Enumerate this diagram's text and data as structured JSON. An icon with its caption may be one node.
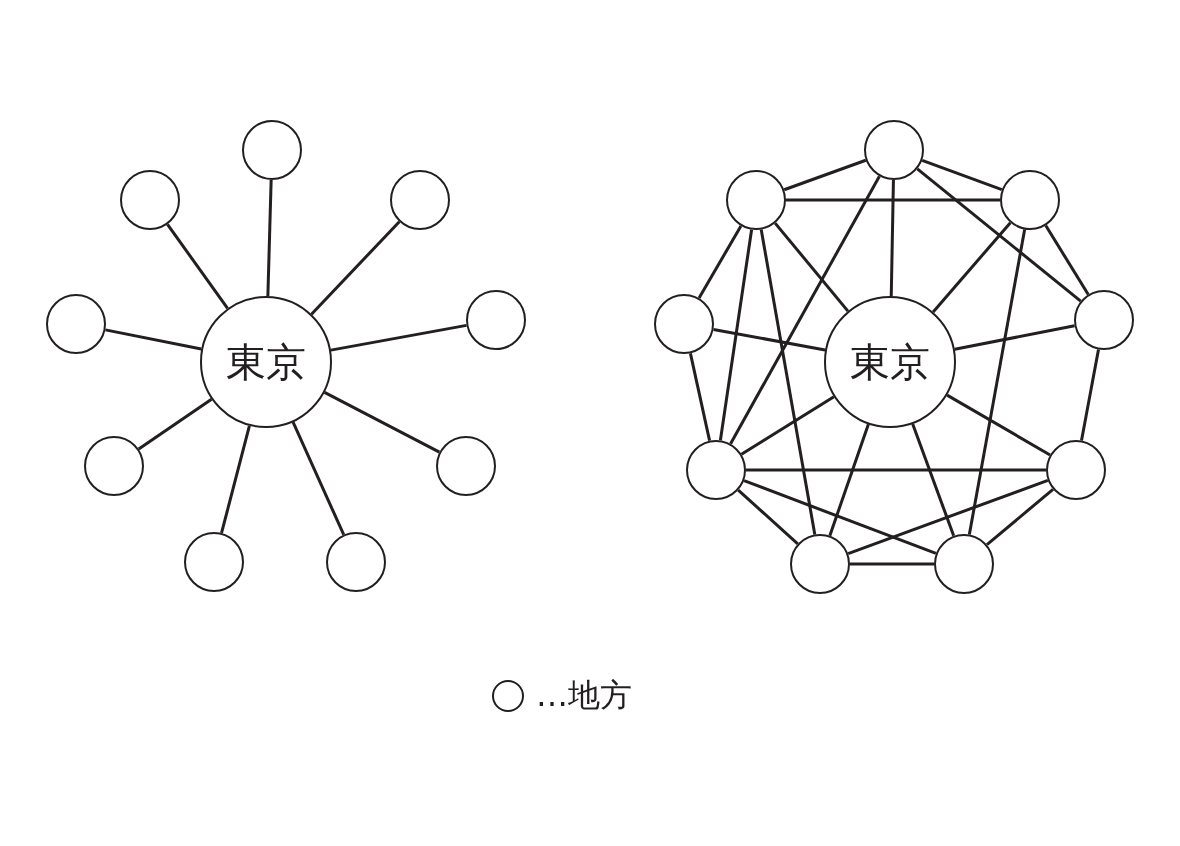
{
  "diagram": {
    "nodes": [
      {
        "text": [
          "東京"
        ]
      },
      {
        "text": [],
        "shape": "circle"
      },
      {
        "text": [],
        "shape": "circle"
      },
      {
        "text": [],
        "shape": "circle"
      },
      {
        "text": [],
        "shape": "circle"
      },
      {
        "text": [],
        "shape": "circle"
      },
      {
        "text": [],
        "shape": "circle"
      },
      {
        "text": [],
        "shape": "circle"
      },
      {
        "text": [],
        "shape": "circle"
      },
      {
        "text": [],
        "shape": "circle"
      },
      {
        "text": [
          "東京"
        ]
      },
      {
        "text": [],
        "shape": "circle"
      },
      {
        "text": [],
        "shape": "circle"
      },
      {
        "text": [],
        "shape": "circle"
      },
      {
        "text": [],
        "shape": "circle"
      },
      {
        "text": [],
        "shape": "circle"
      },
      {
        "text": [],
        "shape": "circle"
      },
      {
        "text": [],
        "shape": "circle"
      },
      {
        "text": [],
        "shape": "circle"
      },
      {
        "text": [],
        "shape": "circle"
      }
    ],
    "edges": [
      {
        "from": 0,
        "to": 1,
        "arrow": "none"
      },
      {
        "from": 0,
        "to": 2,
        "arrow": "none"
      },
      {
        "from": 0,
        "to": 3,
        "arrow": "none"
      },
      {
        "from": 0,
        "to": 4,
        "arrow": "none"
      },
      {
        "from": 0,
        "to": 5,
        "arrow": "none"
      },
      {
        "from": 0,
        "to": 6,
        "arrow": "none"
      },
      {
        "from": 0,
        "to": 7,
        "arrow": "none"
      },
      {
        "from": 0,
        "to": 8,
        "arrow": "none"
      },
      {
        "from": 0,
        "to": 9,
        "arrow": "none"
      },
      {
        "from": 10,
        "to": 11,
        "arrow": "none"
      },
      {
        "from": 10,
        "to": 12,
        "arrow": "none"
      },
      {
        "from": 10,
        "to": 13,
        "arrow": "none"
      },
      {
        "from": 10,
        "to": 14,
        "arrow": "none"
      },
      {
        "from": 10,
        "to": 15,
        "arrow": "none"
      },
      {
        "from": 10,
        "to": 16,
        "arrow": "none"
      },
      {
        "from": 10,
        "to": 17,
        "arrow": "none"
      },
      {
        "from": 10,
        "to": 18,
        "arrow": "none"
      },
      {
        "from": 10,
        "to": 19,
        "arrow": "none"
      },
      {
        "from": 11,
        "to": 12,
        "arrow": "none"
      },
      {
        "from": 11,
        "to": 13,
        "arrow": "none"
      },
      {
        "from": 12,
        "to": 13,
        "arrow": "none"
      },
      {
        "from": 12,
        "to": 14,
        "arrow": "none"
      },
      {
        "from": 13,
        "to": 15,
        "arrow": "none"
      },
      {
        "from": 14,
        "to": 16,
        "arrow": "none"
      },
      {
        "from": 15,
        "to": 17,
        "arrow": "none"
      },
      {
        "from": 16,
        "to": 18,
        "arrow": "none"
      },
      {
        "from": 17,
        "to": 19,
        "arrow": "none"
      },
      {
        "from": 18,
        "to": 19,
        "arrow": "none"
      },
      {
        "from": 11,
        "to": 16,
        "arrow": "none"
      },
      {
        "from": 11,
        "to": 15,
        "arrow": "none"
      },
      {
        "from": 13,
        "to": 19,
        "arrow": "none"
      },
      {
        "from": 12,
        "to": 16,
        "arrow": "none"
      },
      {
        "from": 12,
        "to": 18,
        "arrow": "none"
      },
      {
        "from": 16,
        "to": 17,
        "arrow": "none"
      },
      {
        "from": 16,
        "to": 19,
        "arrow": "none"
      },
      {
        "from": 18,
        "to": 17,
        "arrow": "none"
      }
    ],
    "legend": [
      {
        "text": "…地方"
      }
    ]
  }
}
